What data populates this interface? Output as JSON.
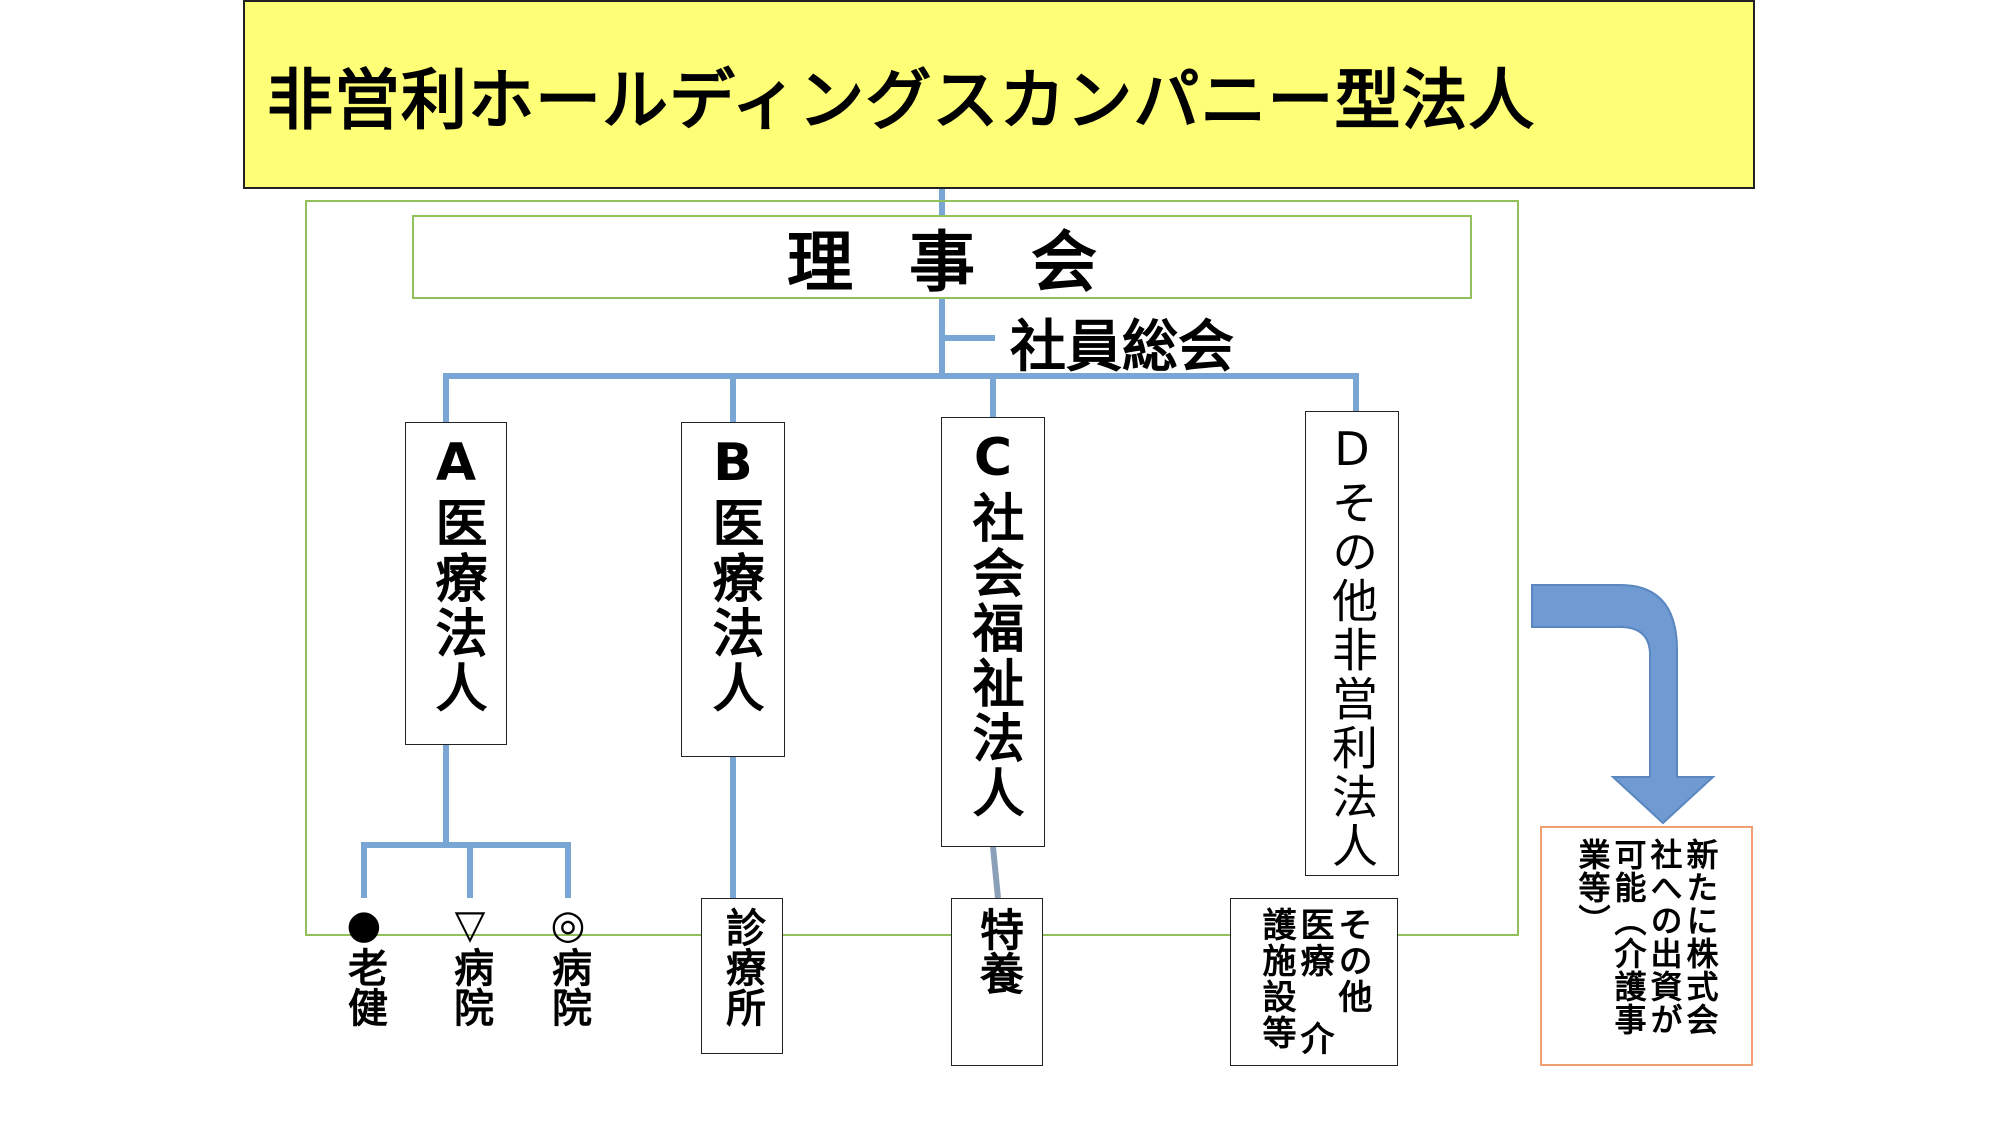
{
  "header": {
    "title": "非営利ホールディングスカンパニー型法人"
  },
  "board": {
    "label": "理事会"
  },
  "assembly": {
    "label": "社員総会"
  },
  "corporations": [
    {
      "label": "A医療法人"
    },
    {
      "label": "B医療法人"
    },
    {
      "label": "C社会福祉法人"
    },
    {
      "label": "Dその他非営利法人"
    }
  ],
  "facilities_a": [
    {
      "symbol": "●",
      "name": "老健"
    },
    {
      "symbol": "▽",
      "name": "病院"
    },
    {
      "symbol": "◎",
      "name": "病院"
    }
  ],
  "facility_b": {
    "label": "診療所"
  },
  "facility_c": {
    "label": "特養"
  },
  "facility_d": {
    "lines": [
      "その他",
      "医療 介",
      "護施設等"
    ]
  },
  "callout": {
    "lines": [
      "新たに株式会",
      "社への出資が",
      "可能（介護事",
      "業等）"
    ]
  },
  "colors": {
    "header_fill": "#ffff77",
    "frame_green": "#92c05a",
    "connector_blue": "#7aa6d6",
    "arrow_blue": "#6f9bd2",
    "callout_border": "#f0a070"
  }
}
